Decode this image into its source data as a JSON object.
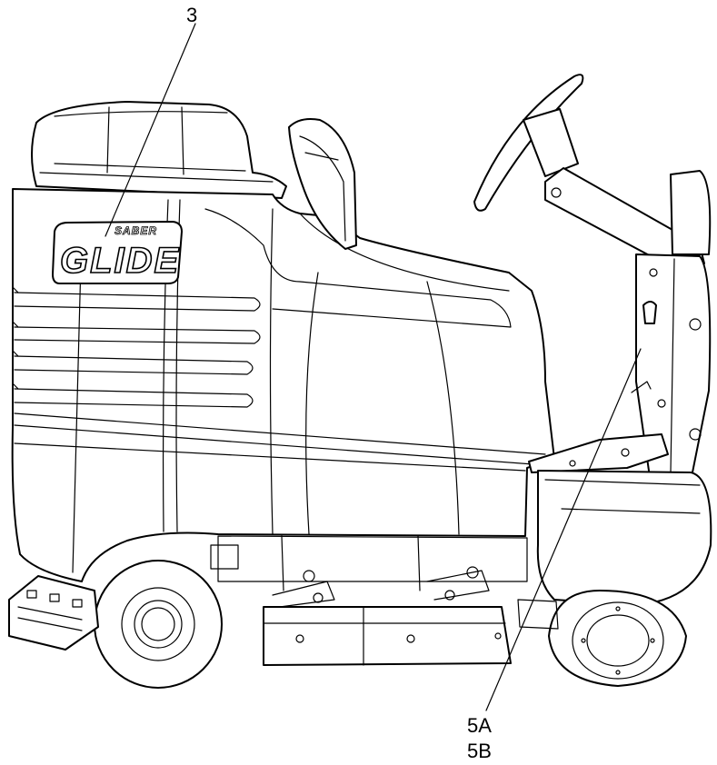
{
  "callouts": {
    "top": "3",
    "bottom_1": "5A",
    "bottom_2": "5B"
  },
  "logo": {
    "small_word": "SABER",
    "large_word": "GLIDE"
  }
}
